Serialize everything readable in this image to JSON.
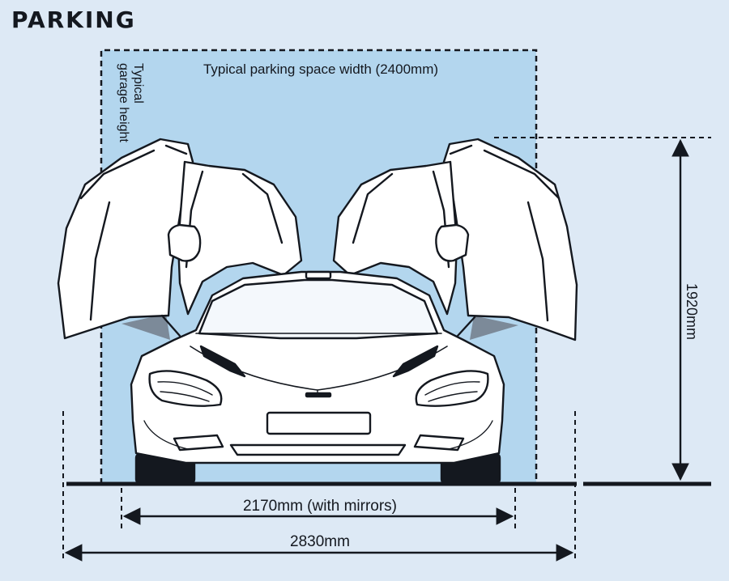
{
  "header": {
    "title": "PARKING"
  },
  "labels": {
    "space_width": "Typical parking space width (2400mm)",
    "garage_height_line1": "Typical",
    "garage_height_line2": "garage height",
    "car_height": "1920mm",
    "width_mirrors": "2170mm (with mirrors)",
    "width_doors_open": "2830mm"
  },
  "colors": {
    "background": "#dde9f5",
    "parking_space": "#b3d6ee",
    "car_body": "#ffffff",
    "outline": "#14181f"
  }
}
